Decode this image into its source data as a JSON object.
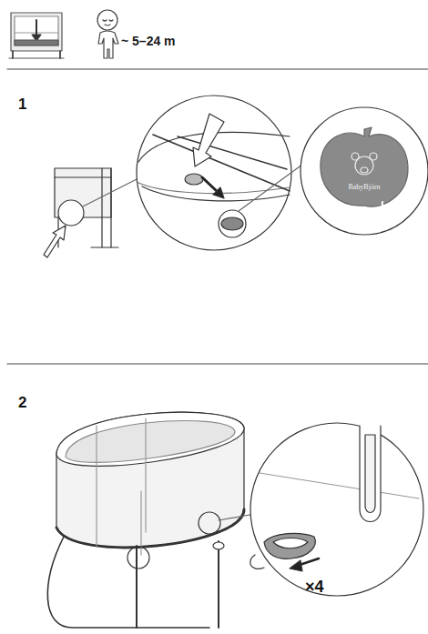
{
  "diagram": {
    "labels": [
      "~ 5–24 m",
      "1",
      "BabyBjörn",
      "2",
      "×4"
    ]
  }
}
